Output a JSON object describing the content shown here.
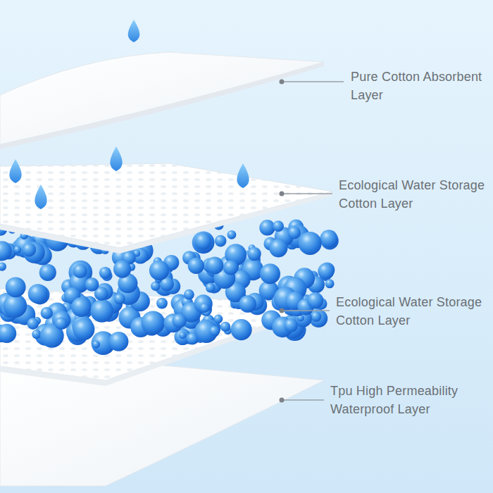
{
  "diagram": {
    "labels": [
      "Pure Cotton Absorbent Layer",
      "Ecological Water Storage Cotton Layer",
      "Ecological Water Storage Cotton Layer",
      "Tpu High Permeability Waterproof Layer"
    ]
  }
}
